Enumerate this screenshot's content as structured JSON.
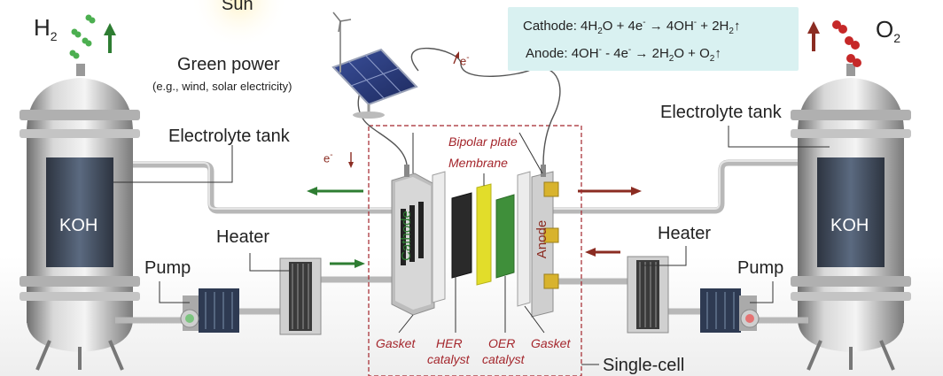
{
  "labels": {
    "sun": "Sun",
    "h2": "H",
    "h2_sub": "2",
    "o2": "O",
    "o2_sub": "2",
    "green_power": "Green power",
    "green_power_sub": "(e.g., wind, solar electricity)",
    "electron_left": "e",
    "electron_left_sup": "-",
    "electron_top": "e",
    "electron_top_sup": "-",
    "electrolyte_tank_left": "Electrolyte tank",
    "electrolyte_tank_right": "Electrolyte tank",
    "koh_left": "KOH",
    "koh_right": "KOH",
    "heater_left": "Heater",
    "heater_right": "Heater",
    "pump_left": "Pump",
    "pump_right": "Pump",
    "cathode": "Cathode",
    "anode": "Anode",
    "bipolar_plate": "Bipolar plate",
    "membrane": "Membrane",
    "gasket_left": "Gasket",
    "gasket_right": "Gasket",
    "her_catalyst_1": "HER",
    "her_catalyst_2": "catalyst",
    "oer_catalyst_1": "OER",
    "oer_catalyst_2": "catalyst",
    "single_cell": "Single-cell"
  },
  "equations": {
    "cathode": {
      "prefix": "Cathode: 4H",
      "s1": "2",
      "p2": "O + 4e",
      "sup1": "-",
      "p3": " → 4OH",
      "sup2": "-",
      "p4": " + 2H",
      "s2": "2",
      "p5": "↑"
    },
    "anode": {
      "prefix": "Anode: 4OH",
      "sup1": "-",
      "p2": " - 4e",
      "sup2": "-",
      "p3": " → 2H",
      "s1": "2",
      "p4": "O + O",
      "s2": "2",
      "p5": "↑"
    }
  },
  "colors": {
    "equation_box": "#d9f1f1",
    "green_arrow": "#2e7d32",
    "red_arrow": "#8b2c22",
    "annotation_red": "#a4262c",
    "membrane": "#e2dd2a",
    "catalyst_green": "#3f8f3a",
    "catalyst_dark": "#2a2a2a"
  }
}
